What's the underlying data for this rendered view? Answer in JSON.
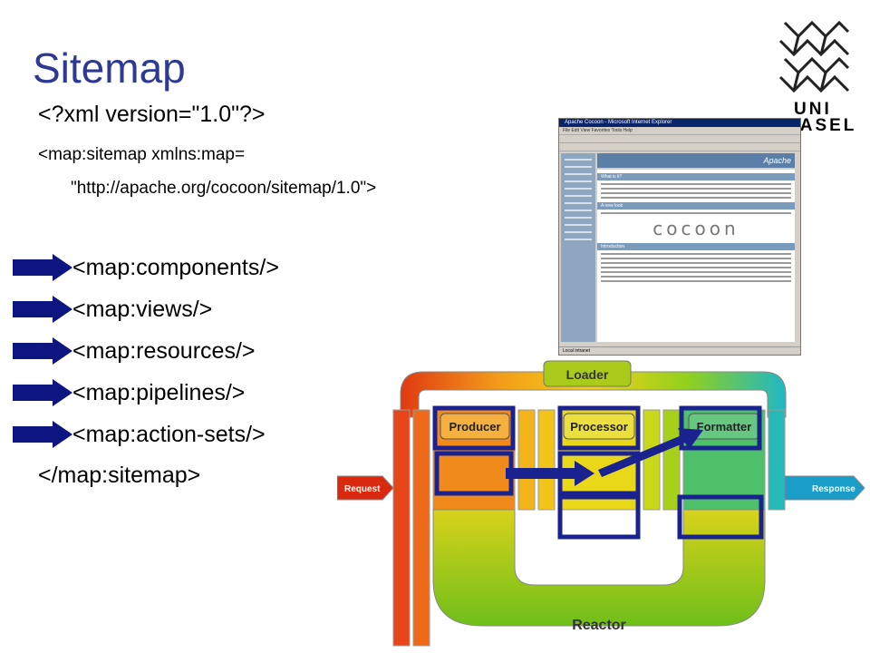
{
  "slide": {
    "title": "Sitemap",
    "code_lines": [
      "<?xml version=\"1.0\"?>",
      "<map:sitemap xmlns:map=",
      "\"http://apache.org/cocoon/sitemap/1.0\">"
    ],
    "items": [
      "<map:components/>",
      "<map:views/>",
      "<map:resources/>",
      "<map:pipelines/>",
      "<map:action-sets/>"
    ],
    "closing": "</map:sitemap>"
  },
  "logo": {
    "line1": "UNI",
    "line2": "BASEL"
  },
  "browser": {
    "window_title": "Apache Cocoon - Microsoft Internet Explorer",
    "menu": "File  Edit  View  Favorites  Tools  Help",
    "header_brand": "Apache",
    "section1": "What is it?",
    "section2": "A new look",
    "section3": "Introduction",
    "logo_text": "cocoon",
    "status": "Local intranet"
  },
  "diagram": {
    "loader": "Loader",
    "producer": "Producer",
    "processor": "Processor",
    "formatter": "Formatter",
    "request": "Request",
    "response": "Response",
    "reactor": "Reactor"
  },
  "colors": {
    "title": "#2d3a94",
    "arrow": "#0d1580",
    "highlight": "#1a2290"
  }
}
